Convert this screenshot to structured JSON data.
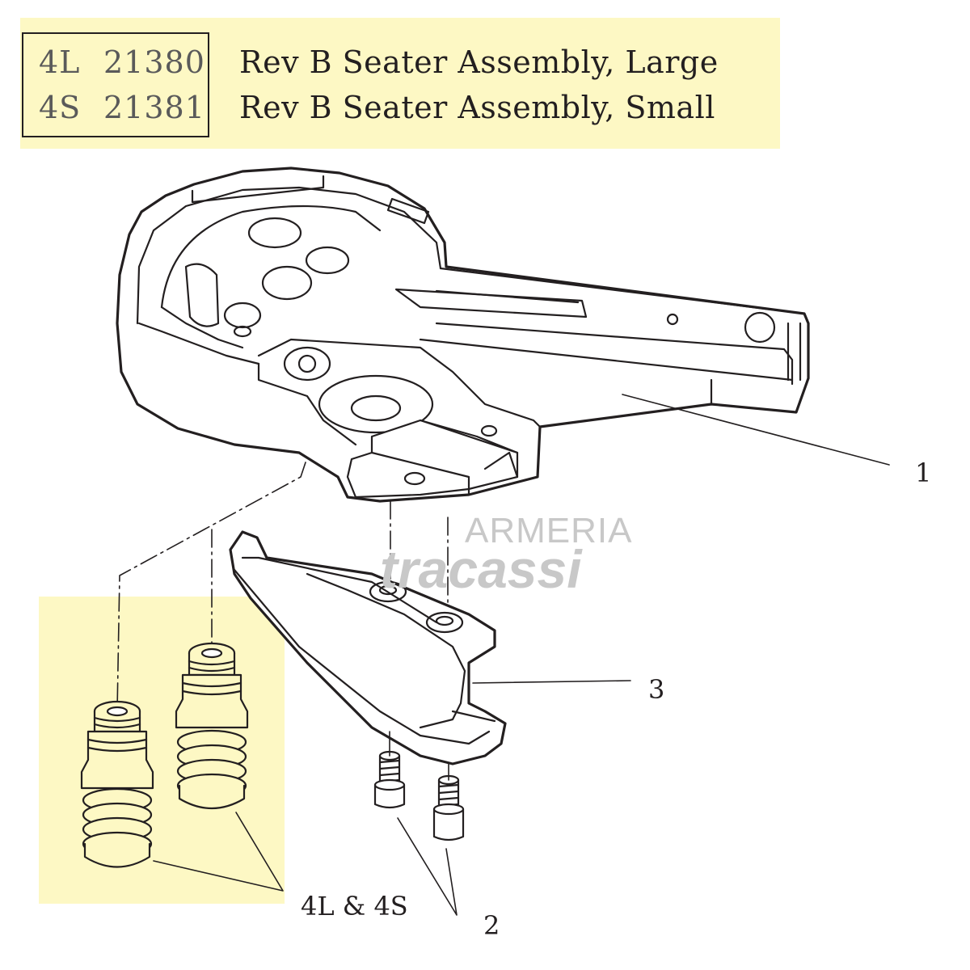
{
  "header": {
    "rows": [
      {
        "code": "4L",
        "part_no": "21380",
        "description": "Rev B Seater Assembly, Large"
      },
      {
        "code": "4S",
        "part_no": "21381",
        "description": "Rev B Seater Assembly, Small"
      }
    ],
    "band_color": "#fdf8c4"
  },
  "callouts": {
    "part_1": "1",
    "part_2": "2",
    "part_3": "3",
    "springs": "4L & 4S"
  },
  "watermark": {
    "line1": "ARMERIA",
    "line2": "tracassi"
  },
  "icons": [
    "seater-body",
    "seater-plate",
    "cap-screw",
    "spring-seater"
  ]
}
